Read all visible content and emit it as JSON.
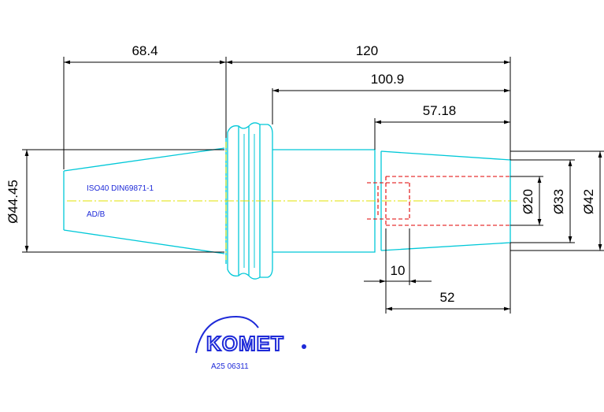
{
  "dimensions": {
    "total_length": "120",
    "taper_length": "68.4",
    "body_length": "100.9",
    "bore_section": "57.18",
    "counterbore_depth": "10",
    "bore_depth": "52",
    "dia_taper": "Ø44.45",
    "dia_inner": "Ø20",
    "dia_mid": "Ø33",
    "dia_outer": "Ø42"
  },
  "notes": {
    "standard": "ISO40 DIN69871-1",
    "variant": "AD/B"
  },
  "logo": {
    "brand": "KOMET",
    "part_number": "A25 06311"
  },
  "colors": {
    "outline": "#00c8d8",
    "centerline": "#e0e000",
    "hidden_bore": "#e00000",
    "dimension": "#000000",
    "brand": "#1e2ad8"
  }
}
